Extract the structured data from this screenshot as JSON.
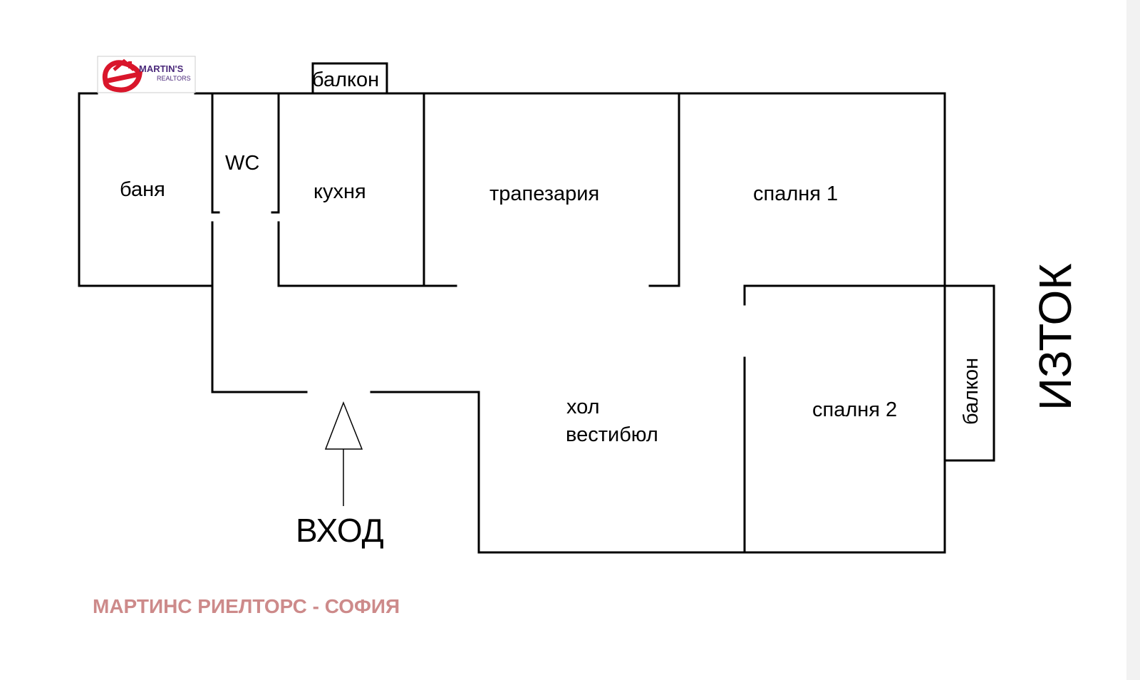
{
  "logo": {
    "brand_line1": "MARTIN'S",
    "brand_line2": "REALTORS",
    "color": "#d9162b",
    "text_color": "#4b2a7b"
  },
  "rooms": {
    "bathroom": "баня",
    "wc": "WC",
    "kitchen": "кухня",
    "dining": "трапезария",
    "bedroom1": "спалня 1",
    "hall_line1": "хол",
    "hall_line2": "вестибюл",
    "bedroom2": "спалня 2",
    "balcony_top": "балкон",
    "balcony_side": "балкон"
  },
  "entrance": "ВХОД",
  "orientation": "ИЗТОК",
  "footer": {
    "text": "МАРТИНС РИЕЛТОРС - СОФИЯ",
    "color": "#cd8a8a"
  }
}
